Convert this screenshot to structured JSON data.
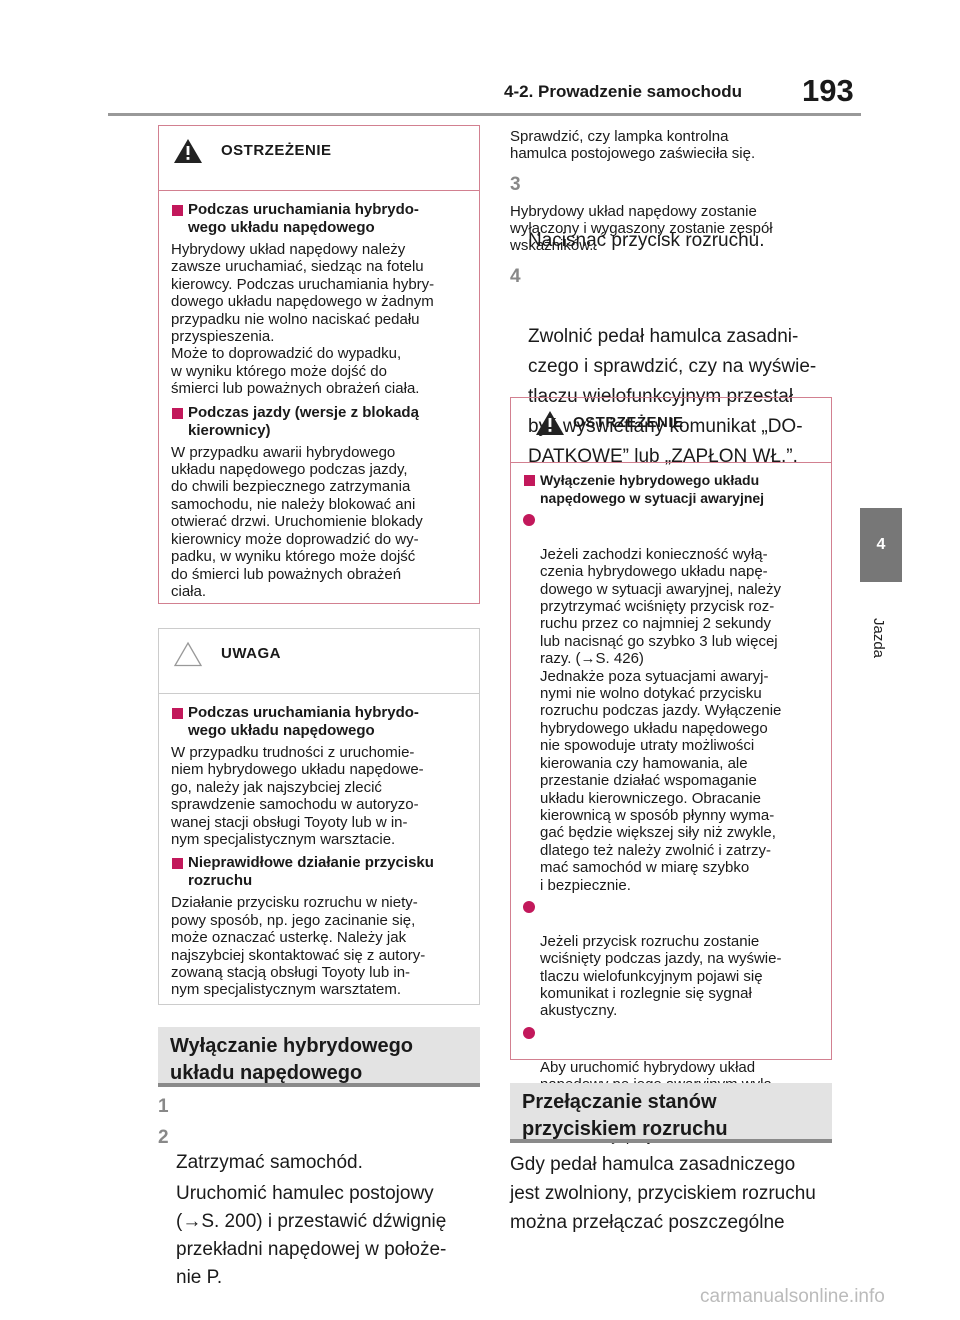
{
  "header": {
    "title": "4-2. Prowadzenie samochodu",
    "page_number": "193"
  },
  "side_tab": {
    "number": "4",
    "label": "Jazda"
  },
  "warning1": {
    "title": "OSTRZEŻENIE",
    "sections": [
      {
        "heading": "Podczas uruchamiania hybrydo-\nwego układu napędowego",
        "text": "Hybrydowy układ napędowy należy\nzawsze uruchamiać, siedząc na fotelu\nkierowcy. Podczas uruchamiania hybry-\ndowego układu napędowego w żadnym\nprzypadku nie wolno naciskać pedału\nprzyspieszenia.\nMoże to doprowadzić do wypadku,\nw wyniku którego może dojść do\nśmierci lub poważnych obrażeń ciała."
      },
      {
        "heading": "Podczas jazdy (wersje z blokadą\nkierownicy)",
        "text": "W przypadku awarii hybrydowego\nukładu napędowego podczas jazdy,\ndo chwili bezpiecznego zatrzymania\nsamochodu, nie należy blokować ani\notwierać drzwi. Uruchomienie blokady\nkierownicy może doprowadzić do wy-\npadku, w wyniku którego może dojść\ndo śmierci lub poważnych obrażeń\nciała."
      }
    ]
  },
  "notice1": {
    "title": "UWAGA",
    "sections": [
      {
        "heading": "Podczas uruchamiania hybrydo-\nwego układu napędowego",
        "text": "W przypadku trudności z uruchomie-\nniem hybrydowego układu napędowe-\ngo, należy jak najszybciej zlecić\nsprawdzenie samochodu w autoryzo-\nwanej stacji obsługi Toyoty lub w in-\nnym specjalistycznym warsztacie."
      },
      {
        "heading": "Nieprawidłowe działanie przycisku\nrozruchu",
        "text": "Działanie przycisku rozruchu w niety-\npowy sposób, np. jego zacinanie się,\nmoże oznaczać usterkę. Należy jak\nnajszybciej skontaktować się z autory-\nzowaną stacją obsługi Toyoty lub in-\nnym specjalistycznym warsztatem."
      }
    ]
  },
  "section1": {
    "title": "Wyłączanie hybrydowego\nukładu napędowego"
  },
  "steps": [
    {
      "num": "1",
      "text": "Zatrzymać samochód."
    },
    {
      "num": "2",
      "text": "Uruchomić hamulec postojowy\n(→S. 200) i przestawić dźwignię\nprzekładni napędowej w położe-\nnie P."
    },
    {
      "num": "3",
      "text": "Nacisnąć przycisk rozruchu."
    },
    {
      "num": "4",
      "text": "Zwolnić pedał hamulca zasadni-\nczego i sprawdzić, czy na wyświe-\ntlaczu wielofunkcyjnym przestał\nbyć wyświetlany komunikat „DO-\nDATKOWE” lub „ZAPŁON WŁ.”."
    }
  ],
  "note_step2": "Sprawdzić, czy lampka kontrolna\nhamulca postojowego zaświeciła się.",
  "note_step3": "Hybrydowy układ napędowy zostanie\nwyłączony i wygaszony zostanie zespół\nwskaźników.",
  "warning2": {
    "title": "OSTRZEŻENIE",
    "heading": "Wyłączenie hybrydowego układu\nnapędowego w sytuacji awaryjnej",
    "bullets": [
      "Jeżeli zachodzi konieczność wyłą-\nczenia hybrydowego układu napę-\ndowego w sytuacji awaryjnej, należy\nprzytrzymać wciśnięty przycisk roz-\nruchu przez co najmniej 2 sekundy\nlub nacisnąć go szybko 3 lub więcej\nrazy. (→S. 426)\nJednakże poza sytuacjami awaryj-\nnymi nie wolno dotykać przycisku\nrozruchu podczas jazdy. Wyłączenie\nhybrydowego układu napędowego\nnie spowoduje utraty możliwości\nkierowania czy hamowania, ale\nprzestanie działać wspomaganie\nukładu kierowniczego. Obracanie\nkierownicą w sposób płynny wyma-\ngać będzie większej siły niż zwykle,\ndlatego też należy zwolnić i zatrzy-\nmać samochód w miarę szybko\ni bezpiecznie.",
      "Jeżeli przycisk rozruchu zostanie\nwciśnięty podczas jazdy, na wyświe-\ntlaczu wielofunkcyjnym pojawi się\nkomunikat i rozlegnie się sygnał\nakustyczny.",
      "Aby uruchomić hybrydowy układ\nnapędowy po jego awaryjnym wyłą-\nczeniu, należy przestawić dźwignię\nprzekładni napędowej w położenie\nN i nacisnąć przycisk rozruchu."
    ]
  },
  "section2": {
    "title": "Przełączanie stanów\nprzyciskiem rozruchu"
  },
  "section2_text": "Gdy pedał hamulca zasadniczego\njest zwolniony, przyciskiem rozruchu\nmożna przełączać poszczególne",
  "watermark": "carmanualsonline.info"
}
